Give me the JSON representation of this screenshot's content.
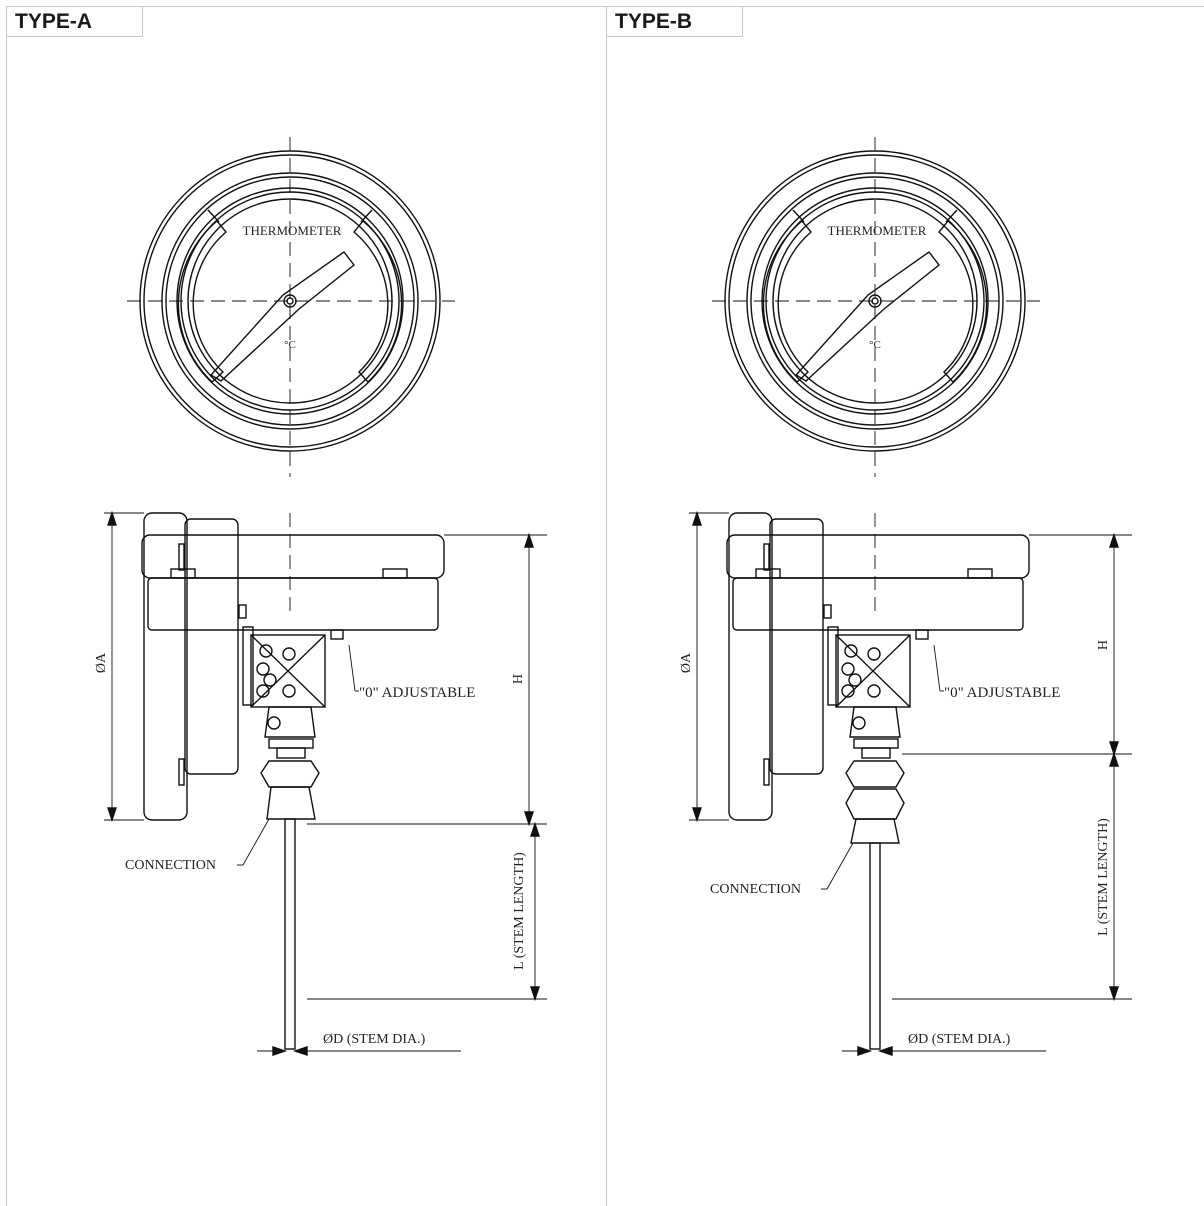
{
  "panels": [
    {
      "id": "type-a",
      "title": "TYPE-A",
      "dial_label": "THERMOMETER",
      "unit_label": "°C",
      "dim_dia_a": "ØA",
      "dim_h": "H",
      "dim_l": "L (STEM LENGTH)",
      "dim_d": "ØD (STEM DIA.)",
      "note_zero": "\"0\" ADJUSTABLE",
      "note_connection": "CONNECTION"
    },
    {
      "id": "type-b",
      "title": "TYPE-B",
      "dial_label": "THERMOMETER",
      "unit_label": "°C",
      "dim_dia_a": "ØA",
      "dim_h": "H",
      "dim_l": "L (STEM LENGTH)",
      "dim_d": "ØD (STEM DIA.)",
      "note_zero": "\"0\" ADJUSTABLE",
      "note_connection": "CONNECTION"
    }
  ]
}
